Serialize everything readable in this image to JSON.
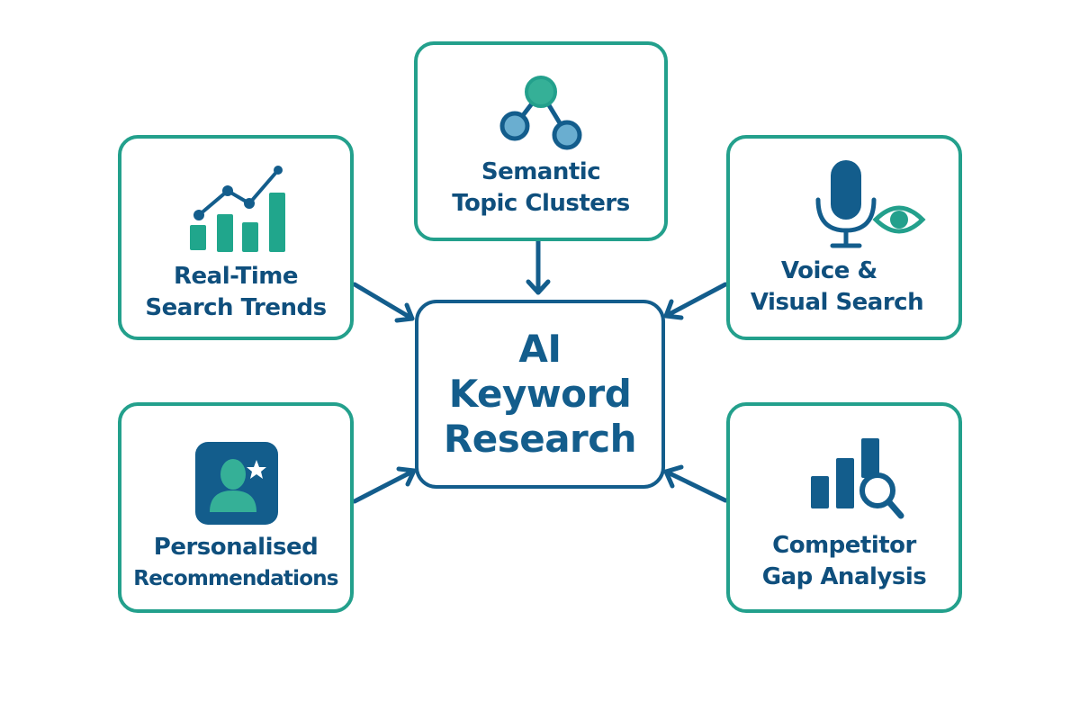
{
  "diagram": {
    "center": {
      "lines": [
        "AI",
        "Keyword",
        "Research"
      ]
    },
    "nodes": [
      {
        "id": "semantic-topic-clusters",
        "lines": [
          "Semantic",
          "Topic Clusters"
        ],
        "icon": "network-nodes-icon",
        "position": "top"
      },
      {
        "id": "real-time-search-trends",
        "lines": [
          "Real-Time",
          "Search Trends"
        ],
        "icon": "trend-chart-icon",
        "position": "top-left"
      },
      {
        "id": "voice-visual-search",
        "lines": [
          "Voice &",
          "Visual Search"
        ],
        "icon": "microphone-eye-icon",
        "position": "top-right"
      },
      {
        "id": "personalised-recommendations",
        "lines": [
          "Personalised",
          "Recommendations"
        ],
        "icon": "user-star-icon",
        "position": "bottom-left"
      },
      {
        "id": "competitor-gap-analysis",
        "lines": [
          "Competitor",
          "Gap Analysis"
        ],
        "icon": "bar-chart-magnifier-icon",
        "position": "bottom-right"
      }
    ],
    "edges": [
      {
        "from": "semantic-topic-clusters",
        "to": "center"
      },
      {
        "from": "real-time-search-trends",
        "to": "center"
      },
      {
        "from": "voice-visual-search",
        "to": "center"
      },
      {
        "from": "personalised-recommendations",
        "to": "center"
      },
      {
        "from": "competitor-gap-analysis",
        "to": "center"
      }
    ],
    "colors": {
      "node_border": "#23a08c",
      "center_border": "#135d8c",
      "text": "#0f4f7d",
      "arrow": "#135d8c",
      "icon_dark": "#135d8c",
      "icon_teal": "#23a08c",
      "icon_light_blue": "#6aaed0"
    }
  }
}
